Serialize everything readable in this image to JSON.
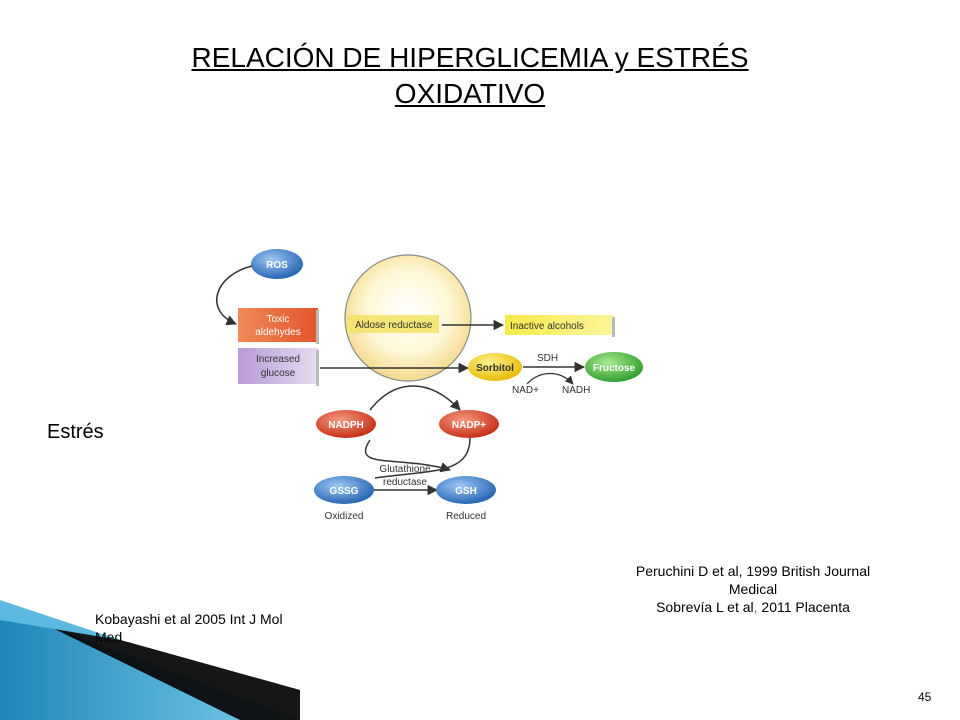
{
  "slide": {
    "title_line1": "RELACIÓN  DE HIPERGLICEMIA y ESTRÉS",
    "title_line2": "OXIDATIVO",
    "side_label": "Estrés",
    "citation_right": {
      "line1": "Peruchini D et al, 1999 British Journal",
      "line2": "Medical",
      "line3_author": "Sobrevía L et al",
      "line3_sep": ",",
      "line3_rest": " 2011 Placenta"
    },
    "citation_left": {
      "line1": "Kobayashi et al 2005 Int J Mol",
      "line2": "Med"
    },
    "page_number": "45"
  },
  "diagram": {
    "ros": "ROS",
    "toxic_line1": "Toxic",
    "toxic_line2": "aldehydes",
    "increased_line1": "Increased",
    "increased_line2": "glucose",
    "aldose_reductase": "Aldose reductase",
    "inactive_alcohols": "Inactive alcohols",
    "sorbitol": "Sorbitol",
    "sdh": "SDH",
    "fructose": "Fructose",
    "nad_plus": "NAD+",
    "nadh": "NADH",
    "nadph": "NADPH",
    "nadp_plus": "NADP+",
    "glutathione_line1": "Glutathione",
    "glutathione_line2": "reductase",
    "gssg": "GSSG",
    "gsh": "GSH",
    "oxidized": "Oxidized",
    "reduced": "Reduced"
  },
  "colors": {
    "ros_blue": "#2f74c8",
    "toxic_orange": "#e8663a",
    "increased_lilac": "#c9b3e0",
    "inactive_yellow": "#f5e640",
    "sorbitol_yellow": "#f2d400",
    "fructose_green": "#3bb33a",
    "nadph_red": "#d83a20",
    "gssg_blue": "#2e6cb8",
    "corner_teal": "#2a94c4"
  }
}
